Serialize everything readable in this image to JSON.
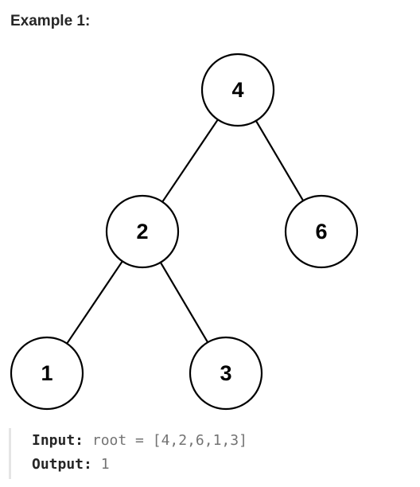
{
  "heading": "Example 1:",
  "tree": {
    "nodes": [
      {
        "id": "n4",
        "label": "4"
      },
      {
        "id": "n2",
        "label": "2"
      },
      {
        "id": "n6",
        "label": "6"
      },
      {
        "id": "n1",
        "label": "1"
      },
      {
        "id": "n3",
        "label": "3"
      }
    ],
    "edges": [
      [
        "n4",
        "n2"
      ],
      [
        "n4",
        "n6"
      ],
      [
        "n2",
        "n1"
      ],
      [
        "n2",
        "n3"
      ]
    ]
  },
  "example": {
    "input_label": "Input:",
    "input_value": "root = [4,2,6,1,3]",
    "output_label": "Output:",
    "output_value": "1"
  }
}
